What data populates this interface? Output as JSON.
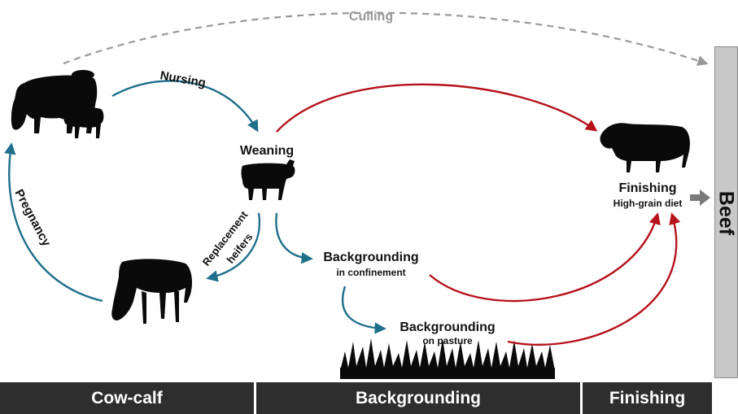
{
  "diagram": {
    "culling_label": "Culling",
    "nursing_label": "Nursing",
    "weaning_label": "Weaning",
    "pregnancy_label": "Pregnancy",
    "replacement_label_line1": "Replacement",
    "replacement_label_line2": "heifers",
    "backgrounding_confinement_title": "Backgrounding",
    "backgrounding_confinement_sub": "in confinement",
    "backgrounding_pasture_title": "Backgrounding",
    "backgrounding_pasture_sub": "on pasture",
    "finishing_title": "Finishing",
    "finishing_sub": "High-grain diet",
    "beef_label": "Beef"
  },
  "stages": {
    "cow_calf": "Cow-calf",
    "backgrounding": "Backgrounding",
    "finishing": "Finishing"
  },
  "colors": {
    "blue_arrow": "#1f6f8b",
    "red_arrow": "#b5121b",
    "culling_arrow": "#999999",
    "stage_bar": "#2e2e2e",
    "beef_panel": "#c8c8c8"
  }
}
